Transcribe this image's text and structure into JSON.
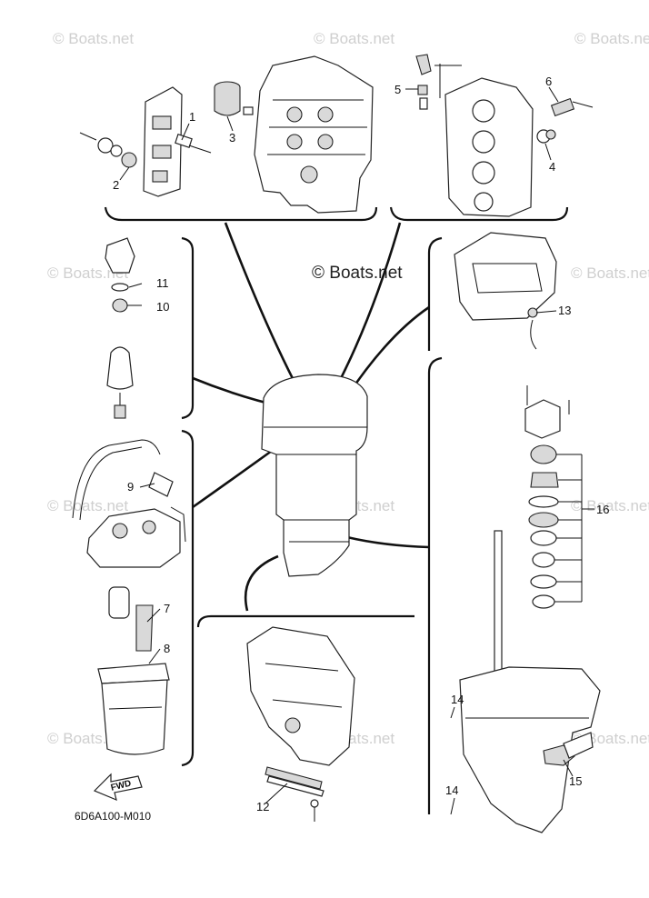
{
  "watermark": "© Boats.net",
  "center_watermark": "© Boats.net",
  "diagram_code": "6D6A100-M010",
  "fwd_label": "FWD",
  "callouts": {
    "c1": "1",
    "c2": "2",
    "c3": "3",
    "c4": "4",
    "c5": "5",
    "c6": "6",
    "c7": "7",
    "c8": "8",
    "c9": "9",
    "c10": "10",
    "c11": "11",
    "c12": "12",
    "c13": "13",
    "c14a": "14",
    "c14b": "14",
    "c15": "15",
    "c16": "16"
  }
}
